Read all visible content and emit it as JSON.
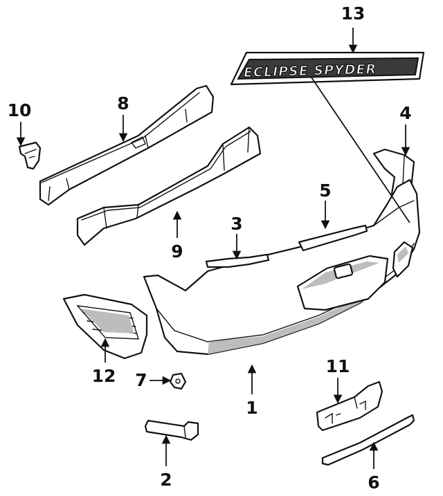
{
  "emblem": {
    "text": "ECLIPSE SPYDER"
  },
  "callouts": [
    {
      "id": "1",
      "label": "1"
    },
    {
      "id": "2",
      "label": "2"
    },
    {
      "id": "3",
      "label": "3"
    },
    {
      "id": "4",
      "label": "4"
    },
    {
      "id": "5",
      "label": "5"
    },
    {
      "id": "6",
      "label": "6"
    },
    {
      "id": "7",
      "label": "7"
    },
    {
      "id": "8",
      "label": "8"
    },
    {
      "id": "9",
      "label": "9"
    },
    {
      "id": "10",
      "label": "10"
    },
    {
      "id": "11",
      "label": "11"
    },
    {
      "id": "12",
      "label": "12"
    },
    {
      "id": "13",
      "label": "13"
    }
  ],
  "colors": {
    "line": "#111111",
    "background": "#ffffff",
    "shade": "#bdbdbd"
  }
}
